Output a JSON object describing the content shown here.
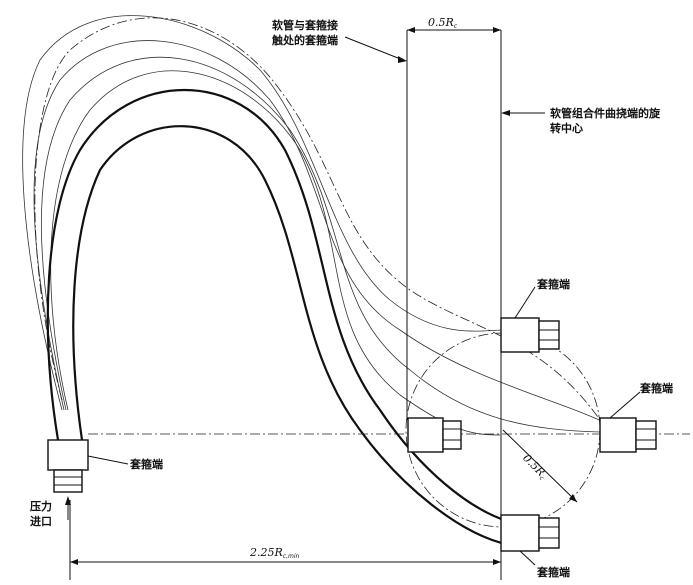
{
  "labels": {
    "hose_fitting_contact": [
      "软管与套箍接",
      "触处的套箍端"
    ],
    "rotation_center": [
      "软管组合件曲挠端的旋",
      "转中心"
    ],
    "fitting_end_top": "套箍端",
    "fitting_end_right": "套箍端",
    "fitting_end_left": "套箍端",
    "fitting_end_bottom": "套箍端",
    "pressure_inlet": [
      "压力",
      "进口"
    ]
  },
  "dimensions": {
    "top_width": "0.5R",
    "top_width_sub": "c",
    "radius": "0.5R",
    "radius_sub": "c",
    "bottom_length": "2.25R",
    "bottom_length_sub": "c,min"
  }
}
